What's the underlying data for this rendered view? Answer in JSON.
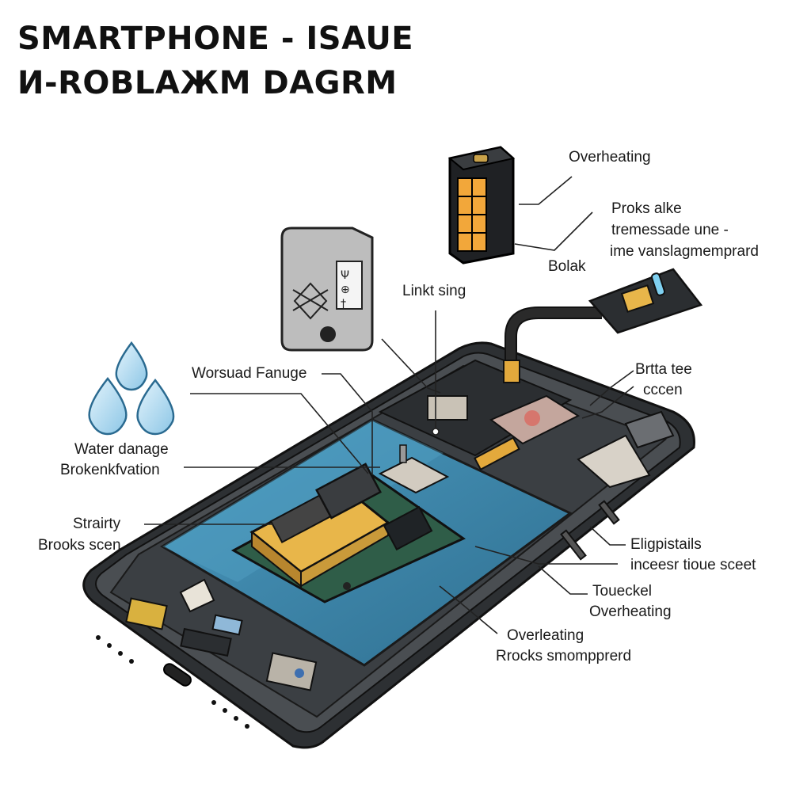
{
  "title": {
    "line1": "SMARTPHONE - ISAUE",
    "line2": "И-ROBLAЖM DAGRM"
  },
  "labels": {
    "overheating_top": "Overheating",
    "proks_1": "Proks alke",
    "proks_2": "tremessade une -",
    "proks_3": "ime vanslagmemprard",
    "bolak": "Bolak",
    "linkt_sing": "Linkt sing",
    "worsuad": "Worsuad Fanuge",
    "brtta_1": "Brtta tee",
    "brtta_2": "cccen",
    "water_1": "Water danage",
    "water_2": "Brokenkfvation",
    "strairty_1": "Strairty",
    "strairty_2": "Brooks scen",
    "elig_1": "Eligpistails",
    "elig_2": "inceesr tioue sceet",
    "toueckel_1": "Toueckel",
    "toueckel_2": "Overheating",
    "overleating_1": "Overleating",
    "overleating_2": "Rrocks smompprerd"
  },
  "colors": {
    "screen_blue": "#3c86a8",
    "frame": "#3a3d40",
    "pcb_green": "#2f5d48",
    "battery_gold": "#e8b64a",
    "water_blue": "#bfe3f5",
    "label_text": "#1a1a1a"
  },
  "icons": [
    "water-drop-icon",
    "battery-icon",
    "sim-card-icon",
    "camera-module-icon"
  ]
}
